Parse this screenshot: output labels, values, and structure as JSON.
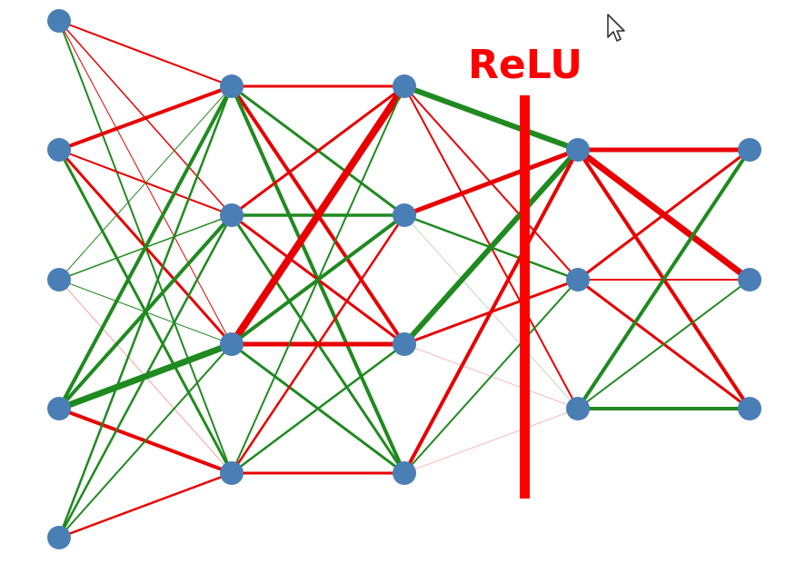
{
  "diagram": {
    "label": "ReLU",
    "colors": {
      "positive": "#1f8a1f",
      "negative": "#e80000",
      "node": "#4a7fb5",
      "label": "#ff0000",
      "divider": "#ff0000"
    },
    "layers": [
      {
        "name": "layer-1",
        "nodes": 5
      },
      {
        "name": "layer-2",
        "nodes": 4
      },
      {
        "name": "layer-3",
        "nodes": 4
      },
      {
        "name": "layer-4",
        "nodes": 3
      },
      {
        "name": "layer-5",
        "nodes": 3
      }
    ],
    "edges": [
      {
        "from": [
          0,
          0
        ],
        "to": [
          1,
          0
        ],
        "sign": "neg",
        "weight": 2
      },
      {
        "from": [
          0,
          0
        ],
        "to": [
          1,
          1
        ],
        "sign": "neg",
        "weight": 1.5
      },
      {
        "from": [
          0,
          0
        ],
        "to": [
          1,
          2
        ],
        "sign": "neg",
        "weight": 1
      },
      {
        "from": [
          0,
          0
        ],
        "to": [
          1,
          3
        ],
        "sign": "pos",
        "weight": 2
      },
      {
        "from": [
          0,
          1
        ],
        "to": [
          1,
          0
        ],
        "sign": "neg",
        "weight": 4
      },
      {
        "from": [
          0,
          1
        ],
        "to": [
          1,
          1
        ],
        "sign": "neg",
        "weight": 2
      },
      {
        "from": [
          0,
          1
        ],
        "to": [
          1,
          2
        ],
        "sign": "neg",
        "weight": 3
      },
      {
        "from": [
          0,
          1
        ],
        "to": [
          1,
          3
        ],
        "sign": "pos",
        "weight": 3
      },
      {
        "from": [
          0,
          2
        ],
        "to": [
          1,
          0
        ],
        "sign": "pos",
        "weight": 1
      },
      {
        "from": [
          0,
          2
        ],
        "to": [
          1,
          1
        ],
        "sign": "pos",
        "weight": 1.5
      },
      {
        "from": [
          0,
          2
        ],
        "to": [
          1,
          2
        ],
        "sign": "pos",
        "weight": 1
      },
      {
        "from": [
          0,
          2
        ],
        "to": [
          1,
          3
        ],
        "sign": "neg",
        "weight": 0.8
      },
      {
        "from": [
          0,
          3
        ],
        "to": [
          1,
          0
        ],
        "sign": "pos",
        "weight": 4
      },
      {
        "from": [
          0,
          3
        ],
        "to": [
          1,
          1
        ],
        "sign": "pos",
        "weight": 4
      },
      {
        "from": [
          0,
          3
        ],
        "to": [
          1,
          2
        ],
        "sign": "pos",
        "weight": 7
      },
      {
        "from": [
          0,
          3
        ],
        "to": [
          1,
          3
        ],
        "sign": "neg",
        "weight": 4
      },
      {
        "from": [
          0,
          4
        ],
        "to": [
          1,
          0
        ],
        "sign": "pos",
        "weight": 2.5
      },
      {
        "from": [
          0,
          4
        ],
        "to": [
          1,
          1
        ],
        "sign": "pos",
        "weight": 2.5
      },
      {
        "from": [
          0,
          4
        ],
        "to": [
          1,
          2
        ],
        "sign": "pos",
        "weight": 2
      },
      {
        "from": [
          0,
          4
        ],
        "to": [
          1,
          3
        ],
        "sign": "neg",
        "weight": 2.5
      },
      {
        "from": [
          1,
          0
        ],
        "to": [
          2,
          0
        ],
        "sign": "neg",
        "weight": 3
      },
      {
        "from": [
          1,
          0
        ],
        "to": [
          2,
          1
        ],
        "sign": "pos",
        "weight": 3
      },
      {
        "from": [
          1,
          0
        ],
        "to": [
          2,
          2
        ],
        "sign": "neg",
        "weight": 4
      },
      {
        "from": [
          1,
          0
        ],
        "to": [
          2,
          3
        ],
        "sign": "pos",
        "weight": 4
      },
      {
        "from": [
          1,
          1
        ],
        "to": [
          2,
          0
        ],
        "sign": "neg",
        "weight": 3
      },
      {
        "from": [
          1,
          1
        ],
        "to": [
          2,
          1
        ],
        "sign": "pos",
        "weight": 3.5
      },
      {
        "from": [
          1,
          1
        ],
        "to": [
          2,
          2
        ],
        "sign": "neg",
        "weight": 3
      },
      {
        "from": [
          1,
          1
        ],
        "to": [
          2,
          3
        ],
        "sign": "pos",
        "weight": 3
      },
      {
        "from": [
          1,
          2
        ],
        "to": [
          2,
          0
        ],
        "sign": "neg",
        "weight": 8
      },
      {
        "from": [
          1,
          2
        ],
        "to": [
          2,
          1
        ],
        "sign": "pos",
        "weight": 4
      },
      {
        "from": [
          1,
          2
        ],
        "to": [
          2,
          2
        ],
        "sign": "neg",
        "weight": 5
      },
      {
        "from": [
          1,
          2
        ],
        "to": [
          2,
          3
        ],
        "sign": "pos",
        "weight": 3
      },
      {
        "from": [
          1,
          3
        ],
        "to": [
          2,
          0
        ],
        "sign": "pos",
        "weight": 2
      },
      {
        "from": [
          1,
          3
        ],
        "to": [
          2,
          1
        ],
        "sign": "neg",
        "weight": 2.5
      },
      {
        "from": [
          1,
          3
        ],
        "to": [
          2,
          2
        ],
        "sign": "pos",
        "weight": 2.5
      },
      {
        "from": [
          1,
          3
        ],
        "to": [
          2,
          3
        ],
        "sign": "neg",
        "weight": 3
      },
      {
        "from": [
          2,
          0
        ],
        "to": [
          3,
          0
        ],
        "sign": "pos",
        "weight": 6
      },
      {
        "from": [
          2,
          0
        ],
        "to": [
          3,
          1
        ],
        "sign": "neg",
        "weight": 2
      },
      {
        "from": [
          2,
          0
        ],
        "to": [
          3,
          2
        ],
        "sign": "neg",
        "weight": 2
      },
      {
        "from": [
          2,
          1
        ],
        "to": [
          3,
          0
        ],
        "sign": "neg",
        "weight": 5
      },
      {
        "from": [
          2,
          1
        ],
        "to": [
          3,
          1
        ],
        "sign": "pos",
        "weight": 2.5
      },
      {
        "from": [
          2,
          1
        ],
        "to": [
          3,
          2
        ],
        "sign": "pos",
        "weight": 0.6
      },
      {
        "from": [
          2,
          2
        ],
        "to": [
          3,
          0
        ],
        "sign": "pos",
        "weight": 6
      },
      {
        "from": [
          2,
          2
        ],
        "to": [
          3,
          1
        ],
        "sign": "neg",
        "weight": 3
      },
      {
        "from": [
          2,
          2
        ],
        "to": [
          3,
          2
        ],
        "sign": "neg",
        "weight": 0.6
      },
      {
        "from": [
          2,
          3
        ],
        "to": [
          3,
          0
        ],
        "sign": "neg",
        "weight": 4
      },
      {
        "from": [
          2,
          3
        ],
        "to": [
          3,
          1
        ],
        "sign": "pos",
        "weight": 2
      },
      {
        "from": [
          2,
          3
        ],
        "to": [
          3,
          2
        ],
        "sign": "neg",
        "weight": 0.6
      },
      {
        "from": [
          3,
          0
        ],
        "to": [
          4,
          0
        ],
        "sign": "neg",
        "weight": 5
      },
      {
        "from": [
          3,
          0
        ],
        "to": [
          4,
          1
        ],
        "sign": "neg",
        "weight": 7
      },
      {
        "from": [
          3,
          0
        ],
        "to": [
          4,
          2
        ],
        "sign": "neg",
        "weight": 4
      },
      {
        "from": [
          3,
          1
        ],
        "to": [
          4,
          0
        ],
        "sign": "neg",
        "weight": 3
      },
      {
        "from": [
          3,
          1
        ],
        "to": [
          4,
          1
        ],
        "sign": "neg",
        "weight": 2
      },
      {
        "from": [
          3,
          1
        ],
        "to": [
          4,
          2
        ],
        "sign": "neg",
        "weight": 3
      },
      {
        "from": [
          3,
          2
        ],
        "to": [
          4,
          0
        ],
        "sign": "pos",
        "weight": 4
      },
      {
        "from": [
          3,
          2
        ],
        "to": [
          4,
          1
        ],
        "sign": "pos",
        "weight": 2
      },
      {
        "from": [
          3,
          2
        ],
        "to": [
          4,
          2
        ],
        "sign": "pos",
        "weight": 4
      }
    ]
  }
}
